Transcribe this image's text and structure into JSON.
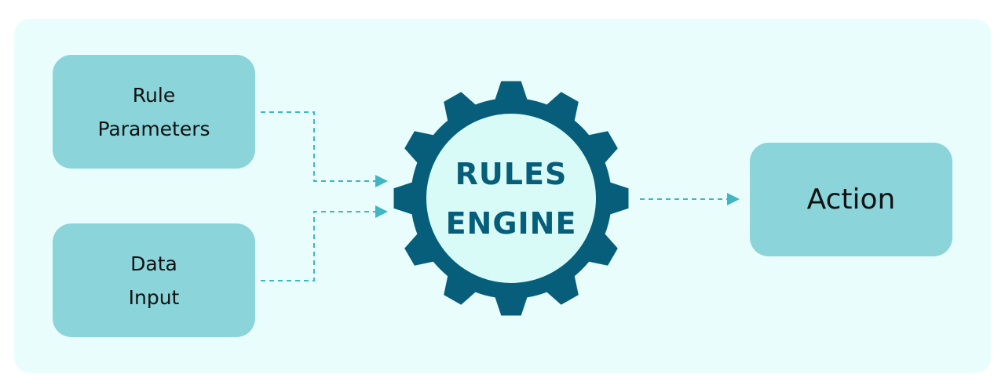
{
  "nodes": {
    "rule_parameters": {
      "lines": [
        "Rule",
        "Parameters"
      ]
    },
    "data_input": {
      "lines": [
        "Data",
        "Input"
      ]
    },
    "engine": {
      "lines": [
        "RULES",
        "ENGINE"
      ]
    },
    "action": {
      "label": "Action"
    }
  },
  "edges": [
    {
      "from": "rule_parameters",
      "to": "engine",
      "style": "dashed"
    },
    {
      "from": "data_input",
      "to": "engine",
      "style": "dashed"
    },
    {
      "from": "engine",
      "to": "action",
      "style": "dashed"
    }
  ],
  "colors": {
    "panel": "#eafdfd",
    "box": "#8ad4da",
    "gear": "#075e7a",
    "gear_center": "#d8fbf8",
    "arrow": "#3fb6c4"
  }
}
